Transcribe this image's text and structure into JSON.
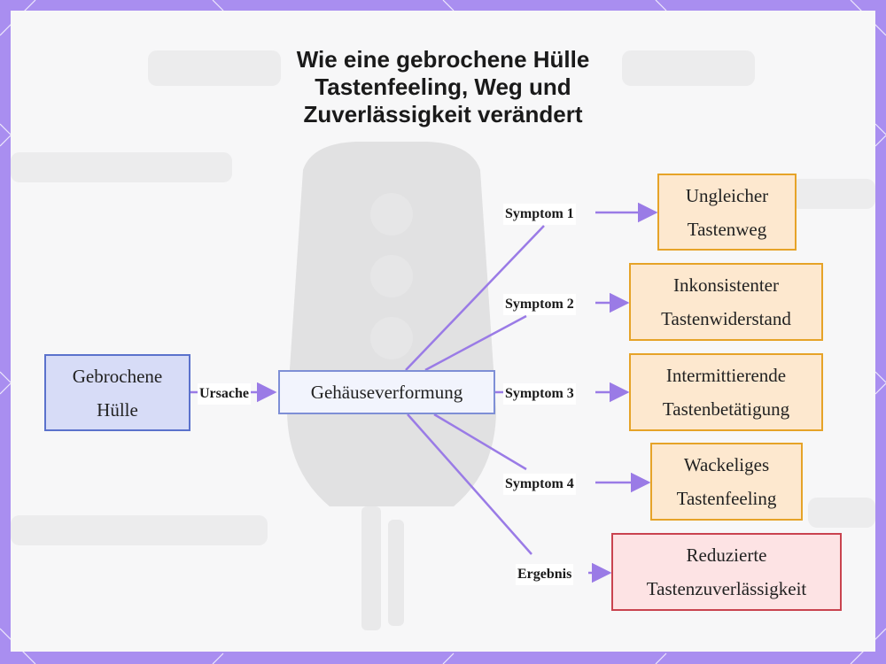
{
  "title": [
    "Wie eine gebrochene Hülle",
    "Tastenfeeling, Weg und",
    "Zuverlässigkeit verändert"
  ],
  "cause_box": [
    "Gebrochene",
    "Hülle"
  ],
  "cause_label": "Ursache",
  "center_box": "Gehäuseverformung",
  "symptoms": [
    {
      "label": "Symptom 1",
      "lines": [
        "Ungleicher",
        "Tastenweg"
      ]
    },
    {
      "label": "Symptom 2",
      "lines": [
        "Inkonsistenter",
        "Tastenwiderstand"
      ]
    },
    {
      "label": "Symptom 3",
      "lines": [
        "Intermittierende",
        "Tastenbetätigung"
      ]
    },
    {
      "label": "Symptom 4",
      "lines": [
        "Wackeliges",
        "Tastenfeeling"
      ]
    }
  ],
  "result": {
    "label": "Ergebnis",
    "lines": [
      "Reduzierte",
      "Tastenzuverlässigkeit"
    ]
  },
  "colors": {
    "frame": "#a98ef0",
    "connector": "#9a7be6",
    "cause_fill": "#d7dcf7",
    "symptom_border": "#e6a328",
    "result_border": "#c9434f"
  }
}
